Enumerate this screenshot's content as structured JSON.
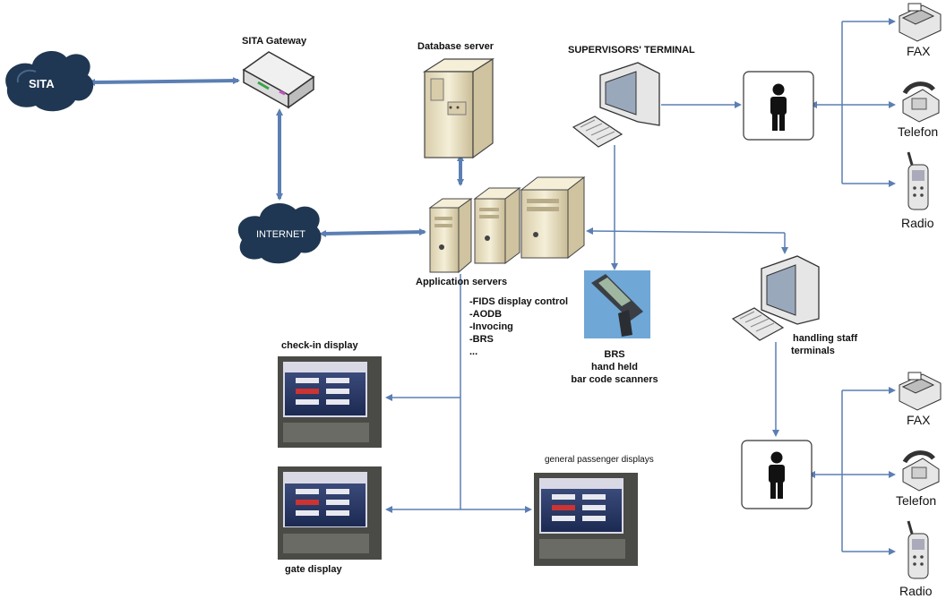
{
  "labels": {
    "sita_cloud": "SITA",
    "internet_cloud": "INTERNET",
    "sita_gateway": "SITA Gateway",
    "database_server": "Database server",
    "supervisors_terminal": "SUPERVISORS' TERMINAL",
    "application_servers": "Application servers",
    "handling_staff_terminals_line1": "handling staff",
    "handling_staff_terminals_line2": "terminals",
    "check_in_display": "check-in display",
    "gate_display": "gate display",
    "general_passenger_displays": "general passenger displays"
  },
  "application_functions": [
    "-FIDS display control",
    "-AODB",
    "-Invocing",
    "-BRS",
    "..."
  ],
  "brs_caption": [
    "BRS",
    "hand held",
    "bar code scanners"
  ],
  "devices_top": {
    "fax": "FAX",
    "telefon": "Telefon",
    "radio": "Radio"
  },
  "devices_bottom": {
    "fax": "FAX",
    "telefon": "Telefon",
    "radio": "Radio"
  },
  "colors": {
    "connector": "#5b7fb3",
    "cloud": "#1f3752",
    "server_beige": "#efe6c8"
  }
}
